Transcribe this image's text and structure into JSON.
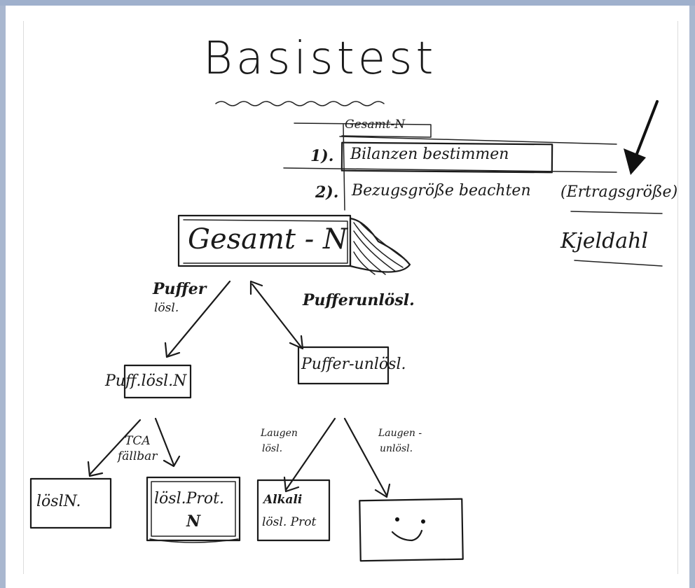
{
  "title": "Basistest",
  "top": {
    "label": "Gesamt-N",
    "step1_num": "1).",
    "step1_text": "Bilanzen bestimmen",
    "step2_num": "2).",
    "step2_text": "Bezugsgröße beachten",
    "step2_paren": "(Ertragsgröße)",
    "method": "Kjeldahl"
  },
  "root": {
    "label": "Gesamt - N"
  },
  "branches": {
    "left_label_a": "Puffer",
    "left_label_b": "lösl.",
    "right_label": "Pufferunlösl."
  },
  "level2": {
    "left_box": "Puff.lösl.N",
    "right_box": "Puffer-unlösl."
  },
  "level3_labels": {
    "tca_a": "TCA",
    "tca_b": "fällbar",
    "lauge_l_a": "Laugen",
    "lauge_l_b": "lösl.",
    "lauge_r_a": "Laugen -",
    "lauge_r_b": "unlösl."
  },
  "level3": {
    "box1": "löslN.",
    "box2_a": "lösl.Prot.",
    "box2_b": "N",
    "box3_a": "Alkali",
    "box3_b": "lösl. Prot"
  },
  "colors": {
    "ink": "#1a1a1a",
    "paper": "#ffffff",
    "frame": "#a9b7cf"
  }
}
